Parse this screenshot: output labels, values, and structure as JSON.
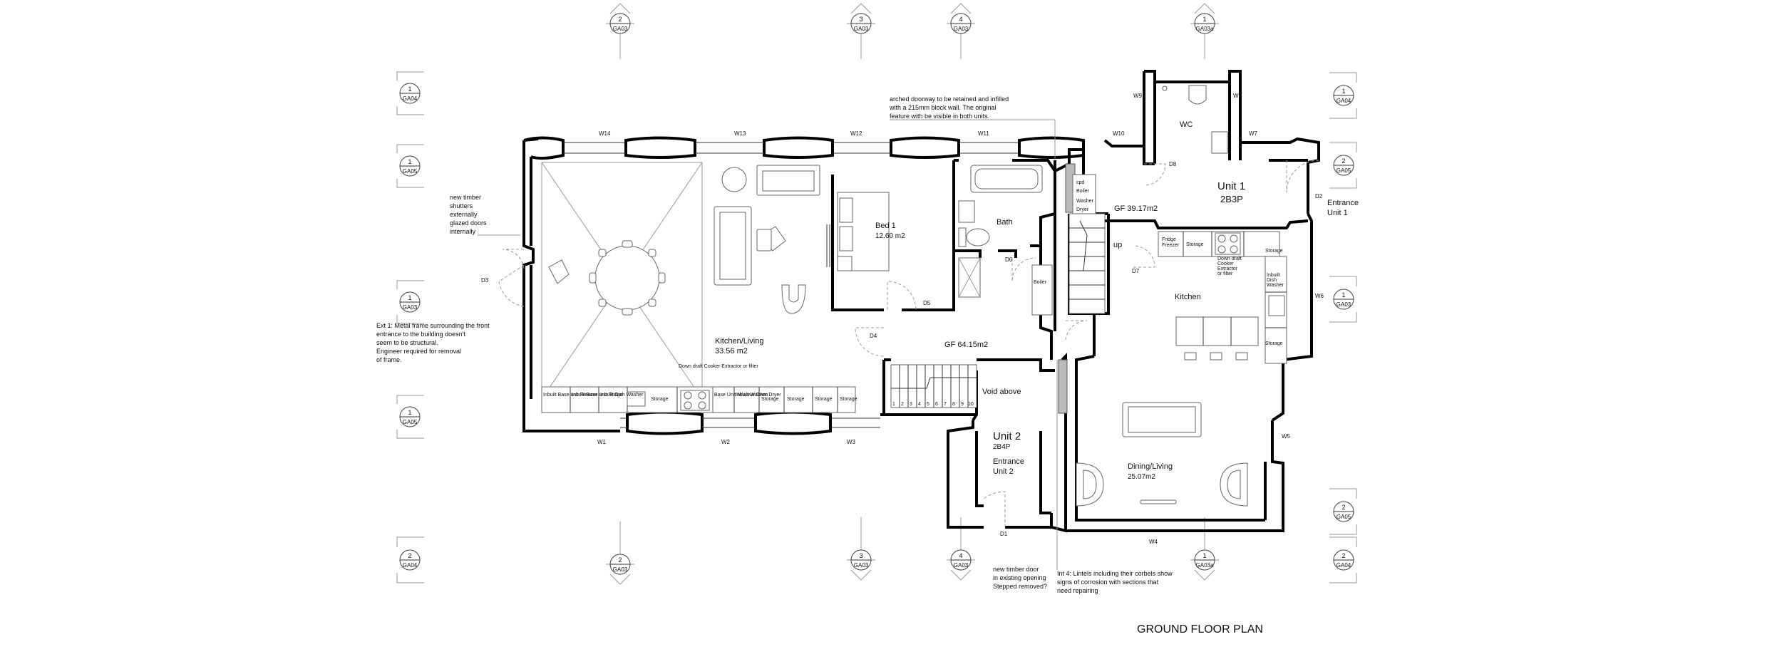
{
  "title": "GROUND FLOOR PLAN",
  "units": [
    {
      "name": "Unit 1",
      "type": "2B3P",
      "area": "GF 39.17m2",
      "entrance": [
        "Entrance",
        "Unit 1"
      ]
    },
    {
      "name": "Unit 2",
      "type": "2B4P",
      "area": "GF 64.15m2",
      "entrance": [
        "Entrance",
        "Unit 2"
      ]
    }
  ],
  "rooms": {
    "kitchen_living": {
      "name": "Kitchen/Living",
      "area": "33.56 m2"
    },
    "bed1": {
      "name": "Bed 1",
      "area": "12.60 m2"
    },
    "bath": "Bath",
    "wc": "WC",
    "kitchen": "Kitchen",
    "dining_living": {
      "name": "Dining/Living",
      "area": "25.07m2"
    },
    "void_above": "Void above",
    "up": "up"
  },
  "fittings_unit2": [
    "Inbuilt Base unit Freezer",
    "Inbuilt Base unit Fridge",
    "Inbuilt Dish Washer",
    "Storage",
    "Down draft Cooker Extractor or filter",
    "Base Unit M/wave Oven",
    "Inbuilt Washer Dryer",
    "Storage",
    "Storage",
    "Storage",
    "Storage"
  ],
  "fittings_unit1": {
    "fridge": [
      "Fridge",
      "Freezer"
    ],
    "storage": "Storage",
    "cooker": [
      "Down draft",
      "Cooker",
      "Extractor",
      "or filter"
    ],
    "dishwasher": [
      "Inbuilt",
      "Dish",
      "Washer"
    ],
    "boiler_cpd": [
      "cpd",
      "Boiler",
      "Washer",
      "Dryer"
    ],
    "boiler": "Boiler"
  },
  "openings": {
    "windows": [
      "W14",
      "W13",
      "W12",
      "W11",
      "W10",
      "W9",
      "W8",
      "W7",
      "W6",
      "W5",
      "W4",
      "W1",
      "W2",
      "W3"
    ],
    "doors": [
      "D1",
      "D2",
      "D3",
      "D4",
      "D5",
      "D6",
      "D7",
      "D8"
    ]
  },
  "annotations": {
    "shutters": [
      "new timber",
      "shutters",
      "externally",
      "glazed doors",
      "internally"
    ],
    "ext1": [
      "Ext 1: Metal frame surrounding the front",
      "entrance to the building doesn't",
      "seem to be structural.",
      "Engineer required for removal",
      "of frame."
    ],
    "arched": [
      "arched doorway to be retained and infilled",
      "with a 215mm block wall. The original",
      "feature with be visible in both units."
    ],
    "timber_door": [
      "new timber  door",
      "in existing opening",
      "Stepped removed?"
    ],
    "int4": [
      "Int 4: Lintels including their corbels show",
      "signs of corrosion with sections that",
      "need repairing"
    ]
  },
  "section_markers": [
    {
      "num": "2",
      "ref": "GA03"
    },
    {
      "num": "3",
      "ref": "GA03"
    },
    {
      "num": "4",
      "ref": "GA03"
    },
    {
      "num": "1",
      "ref": "GA03a"
    },
    {
      "num": "1",
      "ref": "GA04"
    },
    {
      "num": "1",
      "ref": "GA05"
    },
    {
      "num": "1",
      "ref": "GA03"
    },
    {
      "num": "1",
      "ref": "GA05"
    },
    {
      "num": "1",
      "ref": "GA04"
    },
    {
      "num": "2",
      "ref": "GA05"
    },
    {
      "num": "1",
      "ref": "GA03"
    },
    {
      "num": "2",
      "ref": "GA05"
    },
    {
      "num": "2",
      "ref": "GA04"
    },
    {
      "num": "2",
      "ref": "GA04"
    },
    {
      "num": "2",
      "ref": "GA03"
    },
    {
      "num": "3",
      "ref": "GA03"
    },
    {
      "num": "4",
      "ref": "GA03"
    },
    {
      "num": "1",
      "ref": "GA03a"
    }
  ],
  "stair_numbers": [
    "1",
    "2",
    "3",
    "4",
    "5",
    "6",
    "7",
    "8",
    "9",
    "10"
  ]
}
